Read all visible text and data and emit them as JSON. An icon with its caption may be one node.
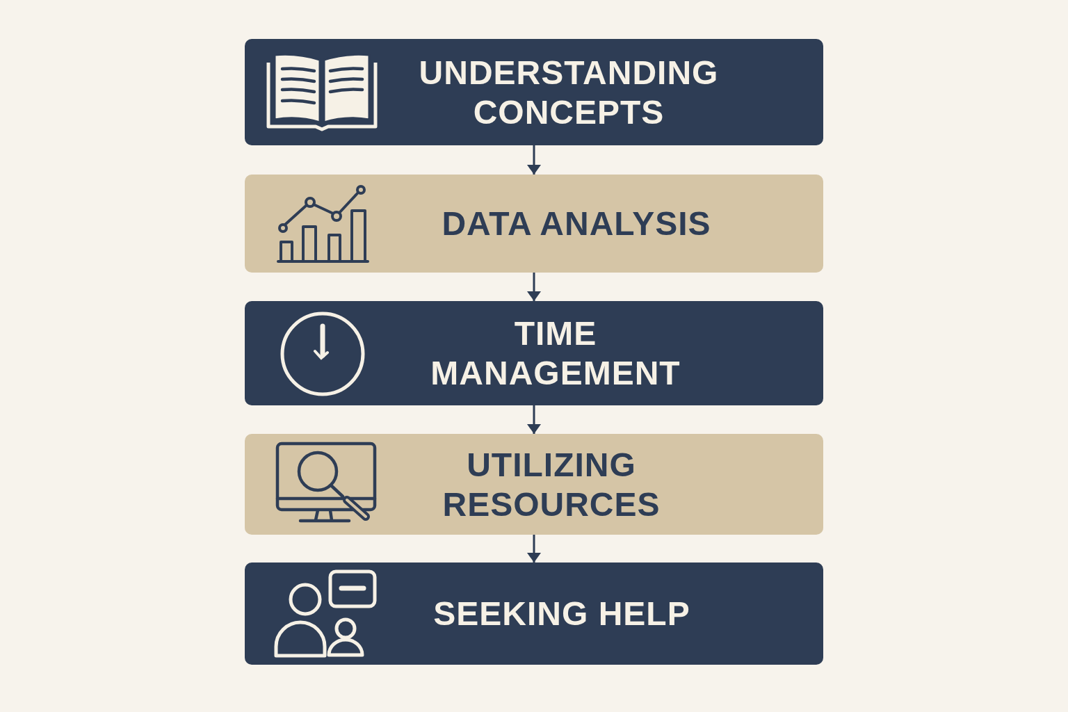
{
  "diagram": {
    "nodes": [
      {
        "text": [
          "UNDERSTANDING CONCEPTS"
        ]
      },
      {
        "text": [
          "DATA ANALYSIS"
        ]
      },
      {
        "text": [
          "TIME MANAGEMENT"
        ]
      },
      {
        "text": [
          "UTILIZING RESOURCES"
        ]
      },
      {
        "text": [
          "SEEKING HELP"
        ]
      }
    ],
    "edges": [
      {
        "from": 0,
        "to": 1,
        "arrow": "to"
      },
      {
        "from": 1,
        "to": 2,
        "arrow": "to"
      },
      {
        "from": 2,
        "to": 3,
        "arrow": "to"
      },
      {
        "from": 3,
        "to": 4,
        "arrow": "to"
      }
    ]
  }
}
